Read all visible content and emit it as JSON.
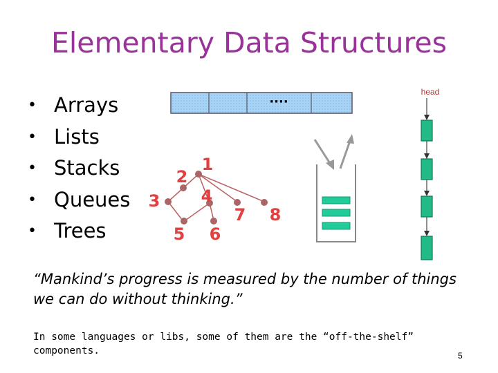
{
  "slide": {
    "title": "Elementary Data Structures",
    "bullets": [
      "Arrays",
      "Lists",
      "Stacks",
      "Queues",
      "Trees"
    ],
    "quote": "“Mankind’s progress is measured by the number of things we can do without thinking.”",
    "note": "In some languages or libs, some of them are the “off-the-shelf” components.",
    "page_number": "5"
  },
  "figures": {
    "array": {
      "ellipsis": "····"
    },
    "list": {
      "head_label": "head"
    },
    "tree": {
      "node_labels": [
        "1",
        "2",
        "3",
        "4",
        "5",
        "6",
        "7",
        "8"
      ]
    }
  },
  "colors": {
    "title": "#993399",
    "array_fill": "#aad4f5",
    "stack_item": "#22cc99",
    "list_node": "#22bb88",
    "tree_label": "#e04040",
    "tree_edge": "#bb6666"
  }
}
